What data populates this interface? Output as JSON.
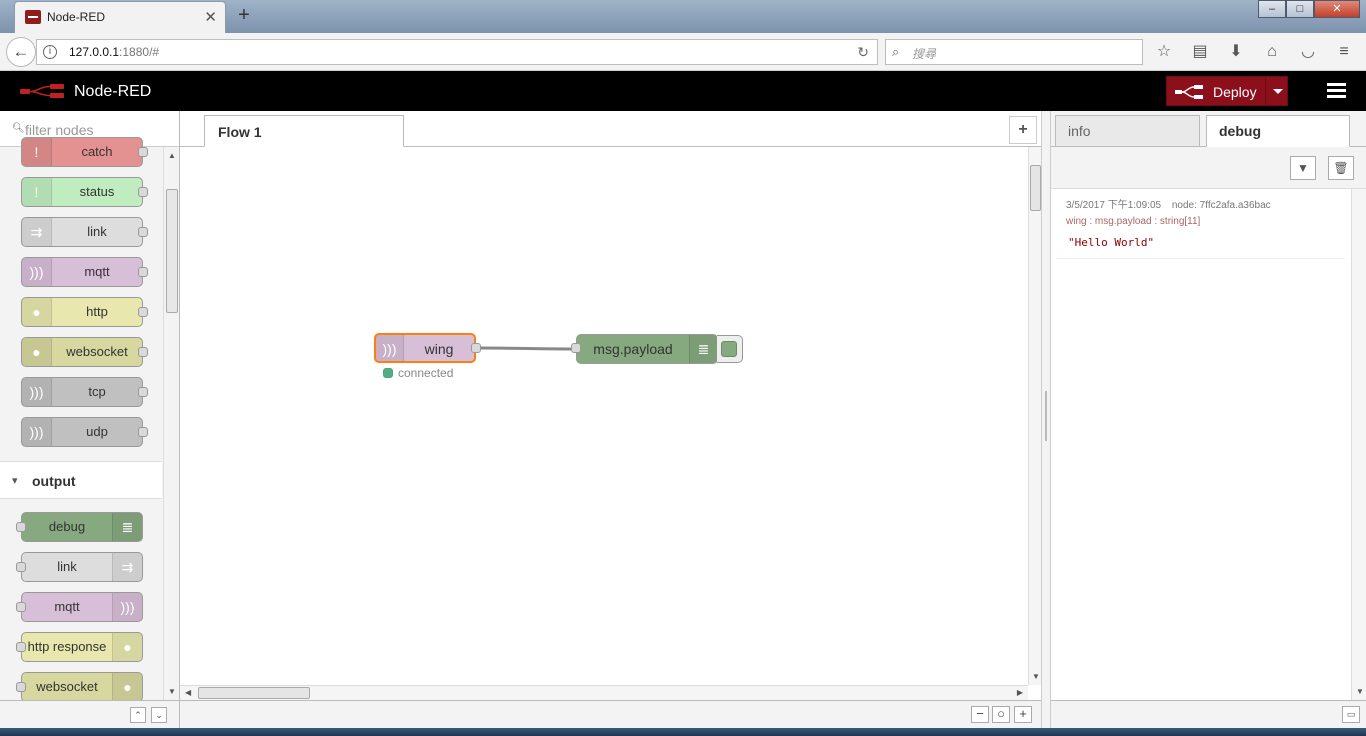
{
  "browser": {
    "tab_title": "Node-RED",
    "tab_close": "✕",
    "new_tab": "+",
    "url_host": "127.0.0.1",
    "url_rest": ":1880/#",
    "search_placeholder": "搜尋"
  },
  "header": {
    "app_title": "Node-RED",
    "deploy_label": "Deploy"
  },
  "palette": {
    "filter_placeholder": "filter nodes",
    "input_nodes": [
      {
        "label": "catch",
        "color": "#e49191"
      },
      {
        "label": "status",
        "color": "#c0edc0"
      },
      {
        "label": "link",
        "color": "#dddddd"
      },
      {
        "label": "mqtt",
        "color": "#d8bfd8"
      },
      {
        "label": "http",
        "color": "#e7e7ae"
      },
      {
        "label": "websocket",
        "color": "#d7d7a0"
      },
      {
        "label": "tcp",
        "color": "#c0c0c0"
      },
      {
        "label": "udp",
        "color": "#c0c0c0"
      }
    ],
    "category_output": "output",
    "output_nodes": [
      {
        "label": "debug",
        "color": "#87a980"
      },
      {
        "label": "link",
        "color": "#dddddd"
      },
      {
        "label": "mqtt",
        "color": "#d8bfd8"
      },
      {
        "label": "http response",
        "color": "#e7e7ae"
      },
      {
        "label": "websocket",
        "color": "#d7d7a0"
      }
    ]
  },
  "workspace": {
    "flow_tab": "Flow 1",
    "add_flow": "+",
    "nodes": {
      "wing": {
        "label": "wing",
        "status": "connected"
      },
      "debug": {
        "label": "msg.payload"
      }
    }
  },
  "sidebar": {
    "tab_info": "info",
    "tab_debug": "debug",
    "message": {
      "timestamp": "3/5/2017 下午1:09:05",
      "node": "node: 7ffc2afa.a36bac",
      "topic": "wing : msg.payload : string[11]",
      "payload": "\"Hello World\""
    }
  },
  "colors": {
    "deploy": "#8c101c",
    "selected_border": "#ff7f0e",
    "status_connected": "#55aa88"
  }
}
